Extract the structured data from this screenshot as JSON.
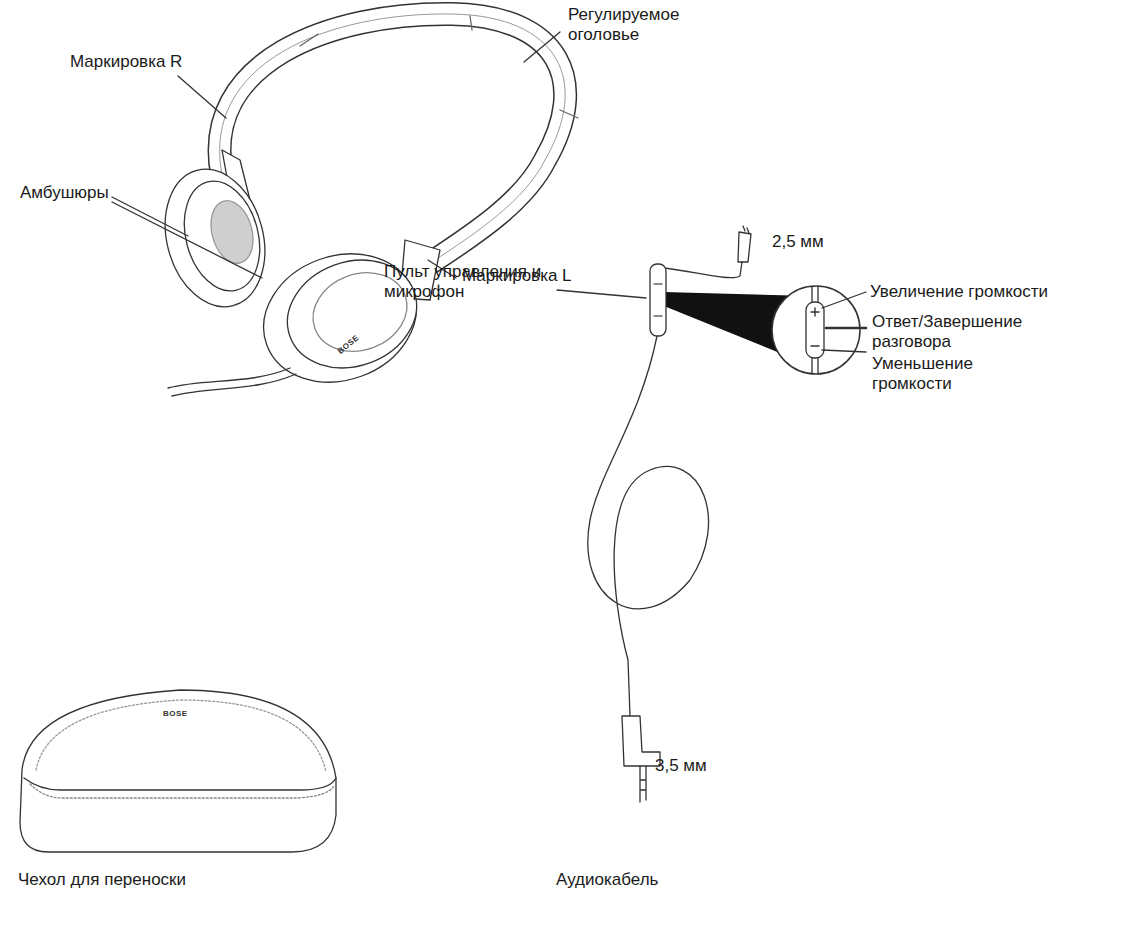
{
  "diagram": {
    "labels": [
      "Регулируемое оголовье",
      "Маркировка R",
      "Амбушюры",
      "2,5 мм",
      "Маркировка L",
      "Пульт управления и микрофон",
      "Увеличение громкости",
      "Ответ/Завершение разговора",
      "Уменьшение громкости",
      "BOSE",
      "BOSE",
      "3,5 мм",
      "Чехол для переноски",
      "Аудиокабель"
    ]
  }
}
